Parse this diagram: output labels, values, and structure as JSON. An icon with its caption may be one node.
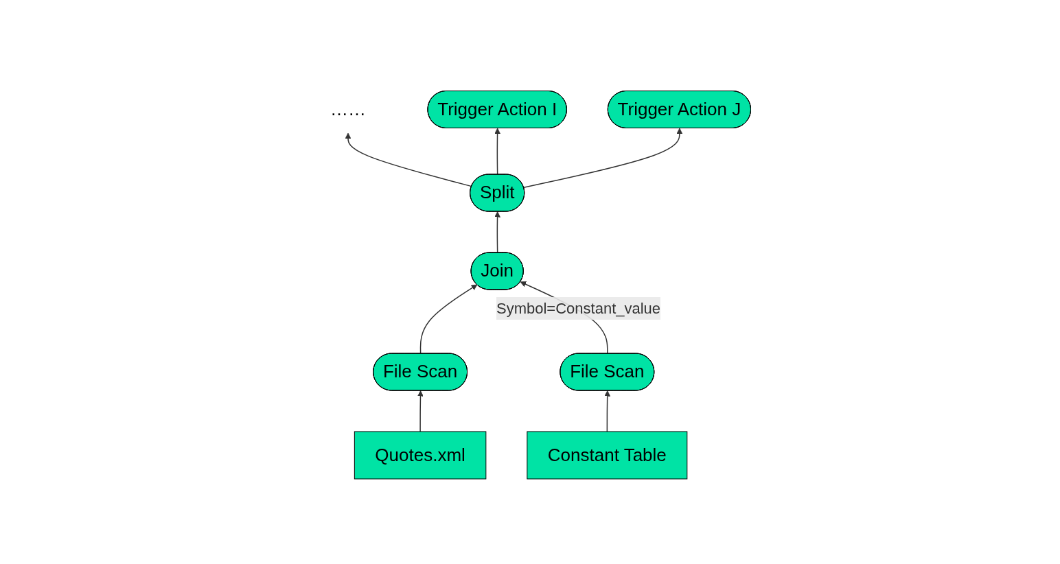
{
  "diagram": {
    "nodes": [
      {
        "text": [
          "……"
        ]
      },
      {
        "text": [
          "Trigger Action I"
        ]
      },
      {
        "text": [
          "Trigger Action J"
        ]
      },
      {
        "text": [
          "Split"
        ]
      },
      {
        "text": [
          "Join"
        ]
      },
      {
        "text": [
          "File Scan"
        ]
      },
      {
        "text": [
          "File Scan"
        ]
      },
      {
        "text": [
          "Quotes.xml"
        ]
      },
      {
        "text": [
          "Constant Table"
        ]
      }
    ],
    "edges": [
      {
        "from": 3,
        "to": 0,
        "arrow": "to"
      },
      {
        "from": 3,
        "to": 1,
        "arrow": "to"
      },
      {
        "from": 3,
        "to": 2,
        "arrow": "to"
      },
      {
        "from": 4,
        "to": 3,
        "arrow": "to"
      },
      {
        "from": 5,
        "to": 4,
        "arrow": "to"
      },
      {
        "from": 6,
        "to": 4,
        "arrow": "to",
        "label": "Symbol=Constant_value"
      },
      {
        "from": 7,
        "to": 5,
        "arrow": "to"
      },
      {
        "from": 8,
        "to": 6,
        "arrow": "to"
      }
    ]
  }
}
